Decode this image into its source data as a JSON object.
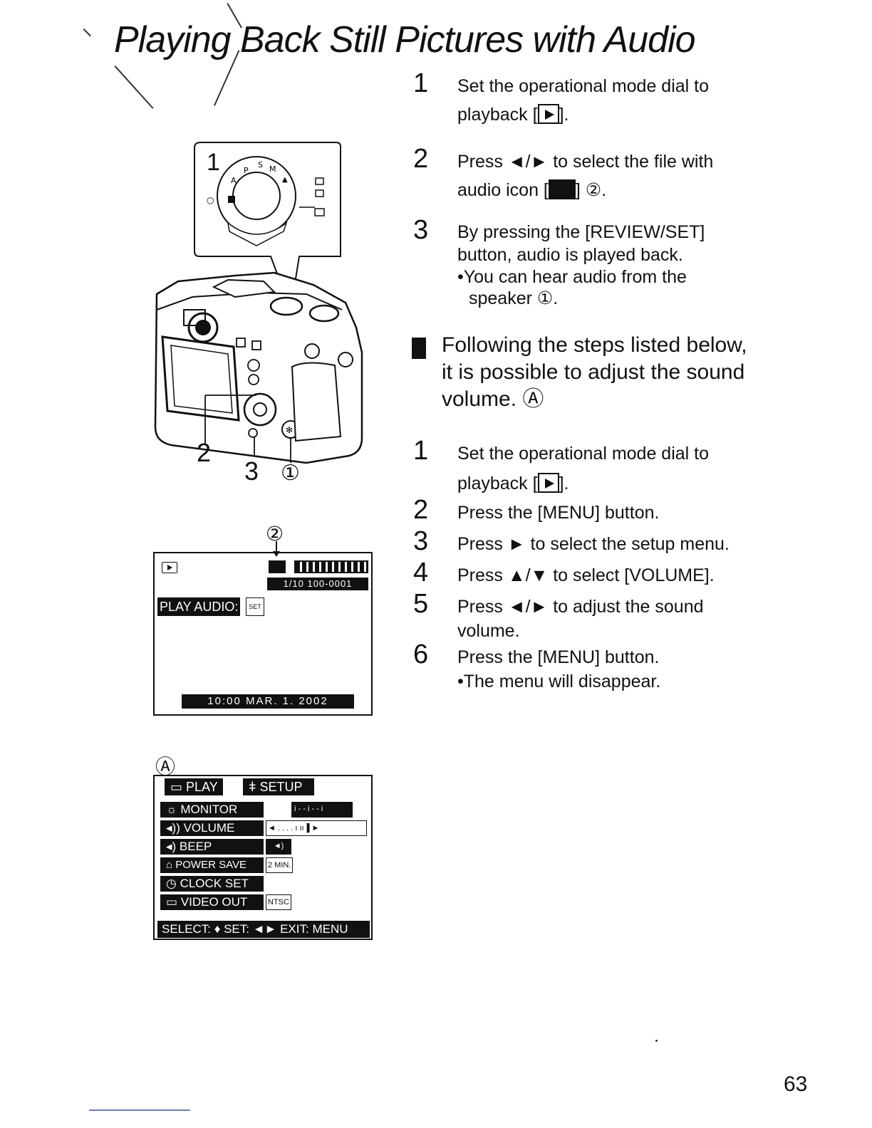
{
  "page_title": "Playing Back Still Pictures with Audio",
  "steps_a": [
    {
      "num": "1",
      "line1": "Set the operational mode dial to",
      "line2": "playback [",
      "line2_end": "]."
    },
    {
      "num": "2",
      "line1": "Press ◄/► to select the file with",
      "line2": "audio icon [",
      "line2_end": "] ②."
    },
    {
      "num": "3",
      "line1": "By pressing the [REVIEW/SET]",
      "line2": "button, audio is played back.",
      "note1": "•You can hear audio from the",
      "note2": "speaker ①."
    }
  ],
  "section_heading": {
    "line1": "Following the steps listed below,",
    "line2": "it is possible to adjust the sound",
    "line3": "volume. Ⓐ"
  },
  "steps_b": [
    {
      "num": "1",
      "line1": "Set the operational mode dial to",
      "line2": "playback [",
      "line2_end": "]."
    },
    {
      "num": "2",
      "line1": "Press the [MENU] button."
    },
    {
      "num": "3",
      "line1": "Press ► to select the setup menu."
    },
    {
      "num": "4",
      "line1": "Press ▲/▼ to select [VOLUME]."
    },
    {
      "num": "5",
      "line1": "Press ◄/► to adjust the sound",
      "line2": "volume."
    },
    {
      "num": "6",
      "line1": "Press the [MENU] button.",
      "note1": "•The menu will disappear."
    }
  ],
  "camera_callouts": {
    "c1": "1",
    "c2": "2",
    "c3": "3",
    "c_speaker": "①"
  },
  "lcd": {
    "callout": "②",
    "file_no": "1/10  100-0001",
    "play_audio": "PLAY AUDIO:",
    "set_label": "SET",
    "datetime": "10:00  MAR.  1.  2002"
  },
  "menu": {
    "callout": "Ⓐ",
    "tab_play": "PLAY",
    "tab_setup": "SETUP",
    "rows": [
      {
        "label": "MONITOR",
        "value": "i - - i - - i"
      },
      {
        "label": "VOLUME",
        "value": "◄ . . . . ı ıı▐ ►"
      },
      {
        "label": "BEEP",
        "value": "◄)"
      },
      {
        "label": "POWER SAVE",
        "value": "2 MIN."
      },
      {
        "label": "CLOCK SET",
        "value": ""
      },
      {
        "label": "VIDEO OUT",
        "value": "NTSC"
      }
    ],
    "footer": "SELECT: ♦   SET: ◄►   EXIT: MENU"
  },
  "page_number": "63"
}
